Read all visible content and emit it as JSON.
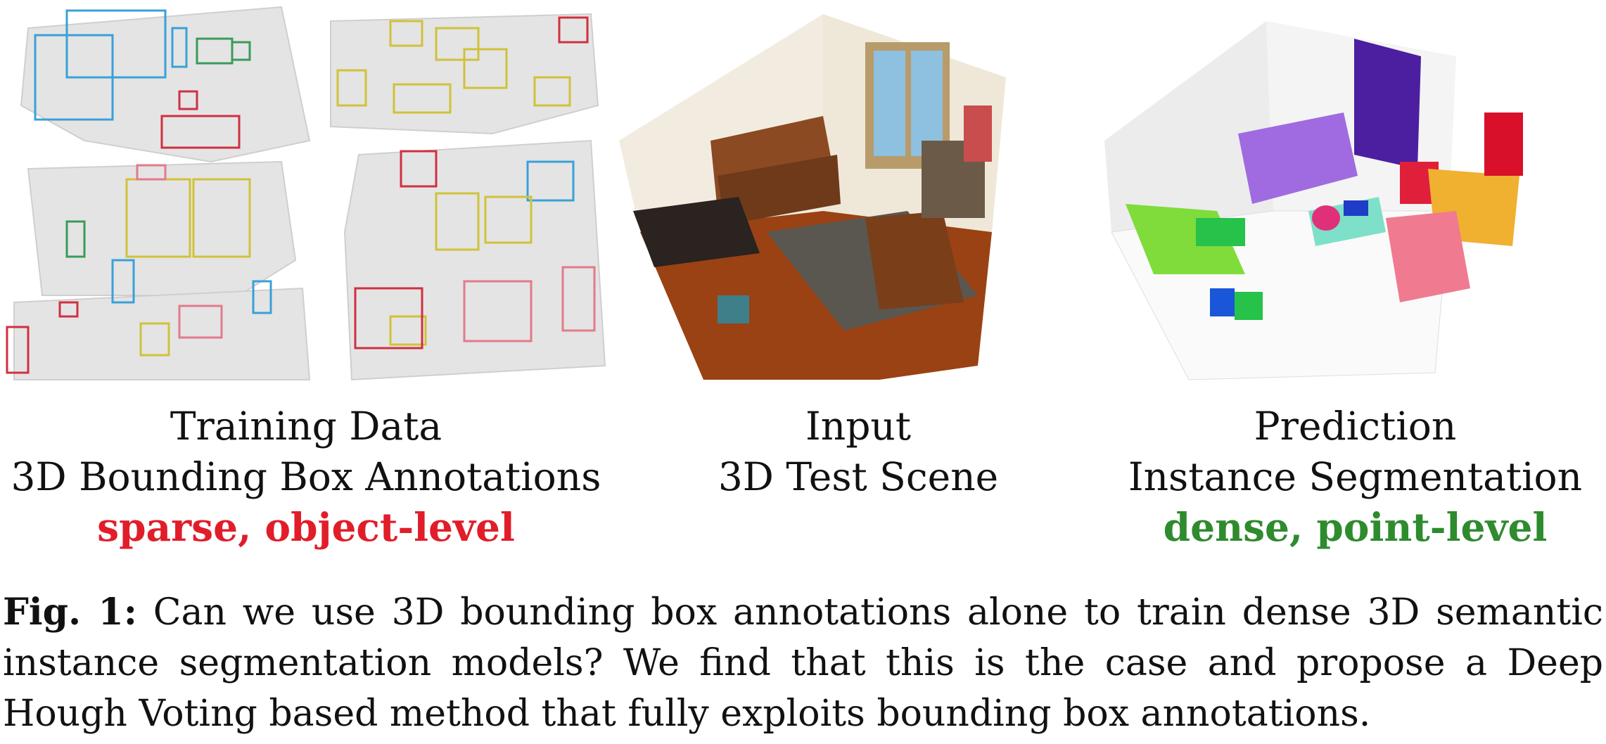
{
  "panels": {
    "training": {
      "line1": "Training Data",
      "line2": "3D Bounding Box Annotations",
      "line3": "sparse, object-level"
    },
    "input": {
      "line1": "Input",
      "line2": "3D Test Scene"
    },
    "prediction": {
      "line1": "Prediction",
      "line2": "Instance Segmentation",
      "line3": "dense, point-level"
    }
  },
  "caption": {
    "label": "Fig. 1:",
    "text": "Can we use 3D bounding box annotations alone to train dense 3D semantic instance segmentation models? We find that this is the case and propose a Deep Hough Voting based method that fully exploits bounding box annotations."
  },
  "colors": {
    "sparse_accent": "#e11d2a",
    "dense_accent": "#2e8b2e",
    "box_blue": "#3aa0d8",
    "box_yellow": "#cfc23a",
    "box_red": "#d03040",
    "box_pink": "#e27a8a",
    "box_green": "#3a9a5a"
  }
}
